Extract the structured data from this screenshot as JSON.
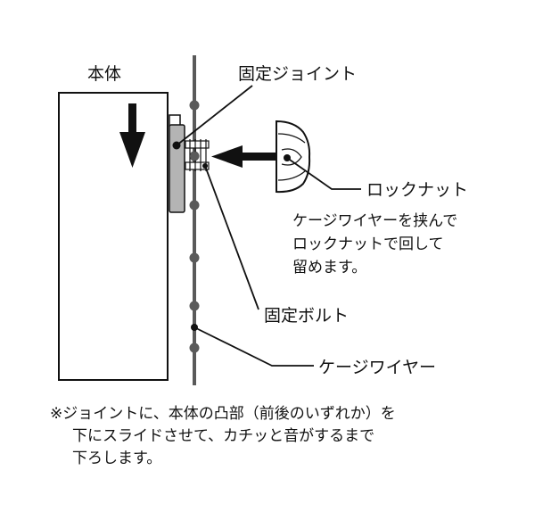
{
  "labels": {
    "body": "本体",
    "fixed_joint": "固定ジョイント",
    "lock_nut": "ロックナット",
    "fixed_bolt": "固定ボルト",
    "cage_wire": "ケージワイヤー"
  },
  "lock_nut_note": [
    "ケージワイヤーを挟んで",
    "ロックナットで回して",
    "留めます。"
  ],
  "footnote": [
    "※ジョイントに、本体の凸部（前後のいずれか）を",
    "下にスライドさせて、カチッと音がするまで",
    "下ろします。"
  ],
  "colors": {
    "wire": "#5a5a5a",
    "joint": "#b4b4b4",
    "line": "#111111"
  }
}
